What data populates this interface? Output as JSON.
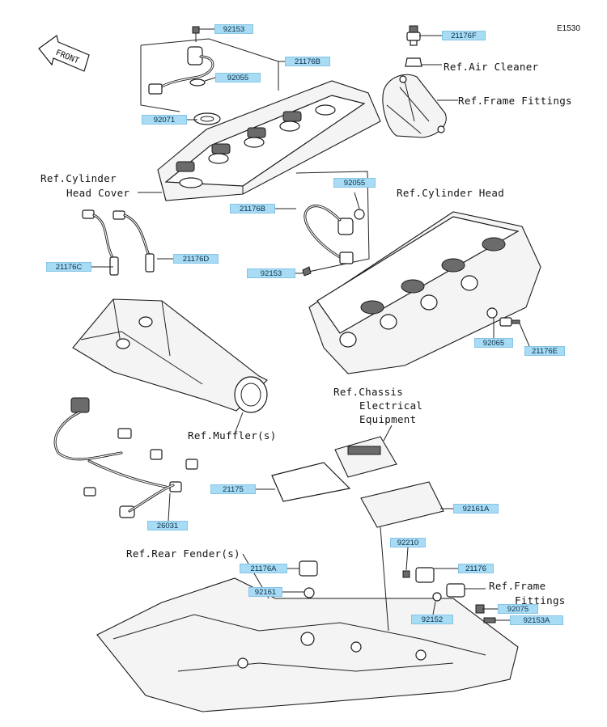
{
  "diagram_code": "E1530",
  "front_label": "FRONT",
  "references": {
    "air_cleaner": "Ref.Air Cleaner",
    "frame_fittings_top": "Ref.Frame Fittings",
    "cylinder_head_cover_1": "Ref.Cylinder",
    "cylinder_head_cover_2": "Head Cover",
    "cylinder_head": "Ref.Cylinder Head",
    "chassis_1": "Ref.Chassis",
    "chassis_2": "Electrical",
    "chassis_3": "Equipment",
    "muffler": "Ref.Muffler(s)",
    "rear_fender": "Ref.Rear Fender(s)",
    "frame_fittings_bottom_1": "Ref.Frame",
    "frame_fittings_bottom_2": "Fittings"
  },
  "part_numbers": {
    "p92153_top": "92153",
    "p21176F": "21176F",
    "p21176B_top": "21176B",
    "p92055_top": "92055",
    "p92071": "92071",
    "p92055_mid": "92055",
    "p21176B_mid": "21176B",
    "p92153_mid": "92153",
    "p21176C": "21176C",
    "p21176D": "21176D",
    "p92065": "92065",
    "p21176E": "21176E",
    "p21175": "21175",
    "p92161A": "92161A",
    "p26031": "26031",
    "p92210": "92210",
    "p21176": "21176",
    "p21176A": "21176A",
    "p92161": "92161",
    "p92152": "92152",
    "p92075": "92075",
    "p92153A": "92153A"
  }
}
